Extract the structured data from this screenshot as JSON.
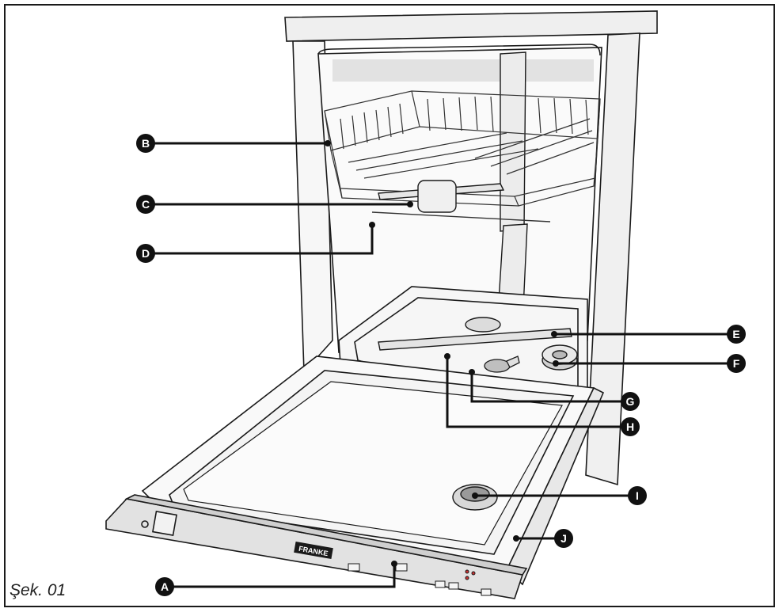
{
  "figure": {
    "caption": "Şek. 01",
    "brand": "FRANKE"
  },
  "callouts": [
    {
      "letter": "A"
    },
    {
      "letter": "B"
    },
    {
      "letter": "C"
    },
    {
      "letter": "D"
    },
    {
      "letter": "E"
    },
    {
      "letter": "F"
    },
    {
      "letter": "G"
    },
    {
      "letter": "H"
    },
    {
      "letter": "I"
    },
    {
      "letter": "J"
    }
  ],
  "colors": {
    "line": "#1a1a1a",
    "panel": "#d9d9d9",
    "body": "#f2f2f2"
  }
}
